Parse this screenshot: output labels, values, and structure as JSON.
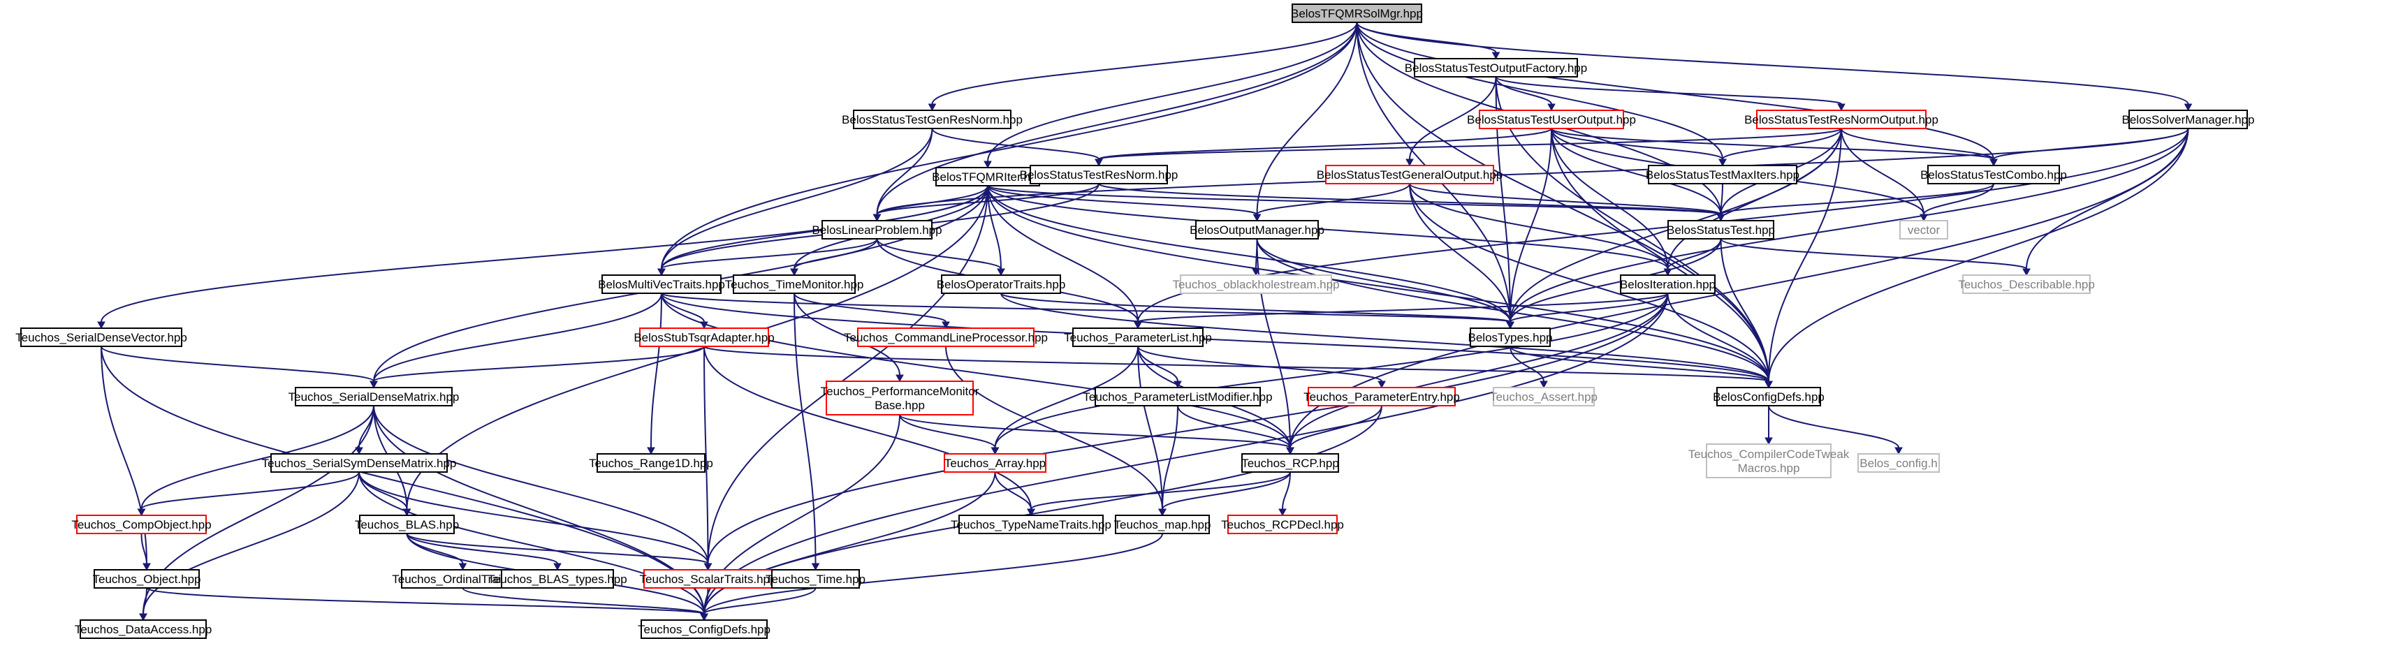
{
  "diagram": {
    "title": "BelosTFQMRSolMgr.hpp",
    "colors": {
      "edge": "#191970",
      "root_fill": "#bfbfbf",
      "node_border": "#000000",
      "link_border": "#ff0000",
      "external_border": "#bfbfbf",
      "external_text": "#7f7f7f"
    },
    "nodes": [
      {
        "id": "root",
        "lines": [
          "BelosTFQMRSolMgr.hpp"
        ],
        "kind": "root"
      },
      {
        "id": "outfac",
        "lines": [
          "BelosStatusTestOutputFactory.hpp"
        ],
        "kind": "normal"
      },
      {
        "id": "genres",
        "lines": [
          "BelosStatusTestGenResNorm.hpp"
        ],
        "kind": "normal"
      },
      {
        "id": "useroutput",
        "lines": [
          "BelosStatusTestUserOutput.hpp"
        ],
        "kind": "red"
      },
      {
        "id": "resnormoutput",
        "lines": [
          "BelosStatusTestResNormOutput.hpp"
        ],
        "kind": "red"
      },
      {
        "id": "solvermgr",
        "lines": [
          "BelosSolverManager.hpp"
        ],
        "kind": "normal"
      },
      {
        "id": "tfqmriter",
        "lines": [
          "BelosTFQMRIter.hpp"
        ],
        "kind": "normal"
      },
      {
        "id": "testresnorm",
        "lines": [
          "BelosStatusTestResNorm.hpp"
        ],
        "kind": "normal"
      },
      {
        "id": "generaloutput",
        "lines": [
          "BelosStatusTestGeneralOutput.hpp"
        ],
        "kind": "red"
      },
      {
        "id": "maxiters",
        "lines": [
          "BelosStatusTestMaxIters.hpp"
        ],
        "kind": "normal"
      },
      {
        "id": "combo",
        "lines": [
          "BelosStatusTestCombo.hpp"
        ],
        "kind": "normal"
      },
      {
        "id": "linprob",
        "lines": [
          "BelosLinearProblem.hpp"
        ],
        "kind": "normal"
      },
      {
        "id": "outmgr",
        "lines": [
          "BelosOutputManager.hpp"
        ],
        "kind": "normal"
      },
      {
        "id": "statustest",
        "lines": [
          "BelosStatusTest.hpp"
        ],
        "kind": "normal"
      },
      {
        "id": "vector",
        "lines": [
          "vector"
        ],
        "kind": "grey"
      },
      {
        "id": "multivec",
        "lines": [
          "BelosMultiVecTraits.hpp"
        ],
        "kind": "normal"
      },
      {
        "id": "timemon",
        "lines": [
          "Teuchos_TimeMonitor.hpp"
        ],
        "kind": "normal"
      },
      {
        "id": "optraits",
        "lines": [
          "BelosOperatorTraits.hpp"
        ],
        "kind": "normal"
      },
      {
        "id": "oblack",
        "lines": [
          "Teuchos_oblackholestream.hpp"
        ],
        "kind": "grey"
      },
      {
        "id": "iteration",
        "lines": [
          "BelosIteration.hpp"
        ],
        "kind": "normal"
      },
      {
        "id": "describable",
        "lines": [
          "Teuchos_Describable.hpp"
        ],
        "kind": "grey"
      },
      {
        "id": "serialdensevec",
        "lines": [
          "Teuchos_SerialDenseVector.hpp"
        ],
        "kind": "normal"
      },
      {
        "id": "stubtsqr",
        "lines": [
          "BelosStubTsqrAdapter.hpp"
        ],
        "kind": "red"
      },
      {
        "id": "cmdline",
        "lines": [
          "Teuchos_CommandLineProcessor.hpp"
        ],
        "kind": "red"
      },
      {
        "id": "paramlist",
        "lines": [
          "Teuchos_ParameterList.hpp"
        ],
        "kind": "normal"
      },
      {
        "id": "belostypes",
        "lines": [
          "BelosTypes.hpp"
        ],
        "kind": "normal"
      },
      {
        "id": "serialdensemat",
        "lines": [
          "Teuchos_SerialDenseMatrix.hpp"
        ],
        "kind": "normal"
      },
      {
        "id": "perfmon",
        "lines": [
          "Teuchos_PerformanceMonitor",
          "Base.hpp"
        ],
        "kind": "red"
      },
      {
        "id": "paramlistmod",
        "lines": [
          "Teuchos_ParameterListModifier.hpp"
        ],
        "kind": "normal"
      },
      {
        "id": "paramentry",
        "lines": [
          "Teuchos_ParameterEntry.hpp"
        ],
        "kind": "red"
      },
      {
        "id": "assert",
        "lines": [
          "Teuchos_Assert.hpp"
        ],
        "kind": "grey"
      },
      {
        "id": "configdefs_belos",
        "lines": [
          "BelosConfigDefs.hpp"
        ],
        "kind": "normal"
      },
      {
        "id": "serialsym",
        "lines": [
          "Teuchos_SerialSymDenseMatrix.hpp"
        ],
        "kind": "normal"
      },
      {
        "id": "range1d",
        "lines": [
          "Teuchos_Range1D.hpp"
        ],
        "kind": "normal"
      },
      {
        "id": "array",
        "lines": [
          "Teuchos_Array.hpp"
        ],
        "kind": "red"
      },
      {
        "id": "rcp",
        "lines": [
          "Teuchos_RCP.hpp"
        ],
        "kind": "normal"
      },
      {
        "id": "compilercode",
        "lines": [
          "Teuchos_CompilerCodeTweak",
          "Macros.hpp"
        ],
        "kind": "grey"
      },
      {
        "id": "belosconfigh",
        "lines": [
          "Belos_config.h"
        ],
        "kind": "grey"
      },
      {
        "id": "compobject",
        "lines": [
          "Teuchos_CompObject.hpp"
        ],
        "kind": "red"
      },
      {
        "id": "blas",
        "lines": [
          "Teuchos_BLAS.hpp"
        ],
        "kind": "normal"
      },
      {
        "id": "typename",
        "lines": [
          "Teuchos_TypeNameTraits.hpp"
        ],
        "kind": "normal"
      },
      {
        "id": "rcpdecl",
        "lines": [
          "Teuchos_RCPDecl.hpp"
        ],
        "kind": "red"
      },
      {
        "id": "map",
        "lines": [
          "Teuchos_map.hpp"
        ],
        "kind": "normal"
      },
      {
        "id": "object",
        "lines": [
          "Teuchos_Object.hpp"
        ],
        "kind": "normal"
      },
      {
        "id": "ordinal",
        "lines": [
          "Teuchos_OrdinalTraits.hpp"
        ],
        "kind": "normal"
      },
      {
        "id": "blastypes",
        "lines": [
          "Teuchos_BLAS_types.hpp"
        ],
        "kind": "normal"
      },
      {
        "id": "scalar",
        "lines": [
          "Teuchos_ScalarTraits.hpp"
        ],
        "kind": "red"
      },
      {
        "id": "time",
        "lines": [
          "Teuchos_Time.hpp"
        ],
        "kind": "normal"
      },
      {
        "id": "dataaccess",
        "lines": [
          "Teuchos_DataAccess.hpp"
        ],
        "kind": "normal"
      },
      {
        "id": "configdefs_teuchos",
        "lines": [
          "Teuchos_ConfigDefs.hpp"
        ],
        "kind": "normal"
      }
    ]
  }
}
